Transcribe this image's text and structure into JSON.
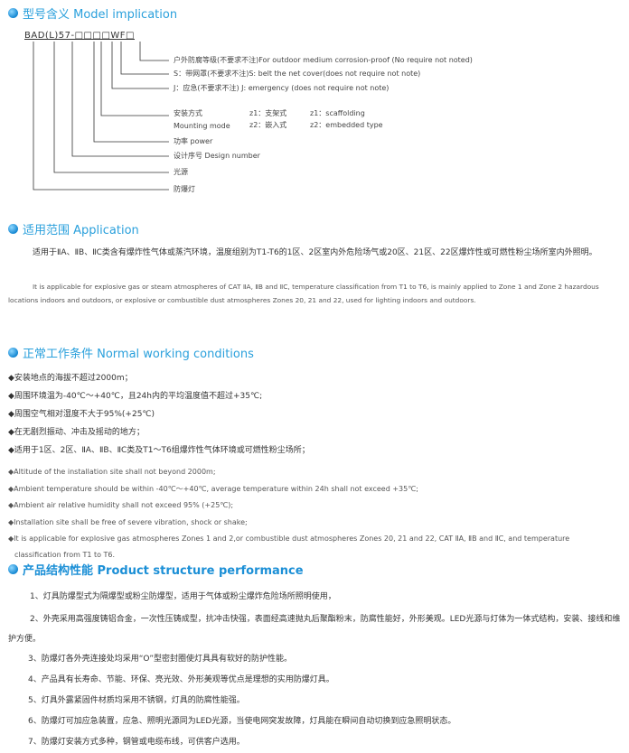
{
  "model": {
    "heading": "型号含义 Model implication",
    "code": "BAD(L)57-□□□□WF□",
    "labels": [
      "户外防腐等级(不要求不注)For outdoor medium corrosion-proof (No require not noted)",
      "S：带网罩(不要求不注)S: belt the net cover(does not require not note)",
      "J：应急(不要求不注) J: emergency (does not require not note)",
      "安装方式",
      "Mounting mode",
      "功率 power",
      "设计序号  Design number",
      "光源",
      "防爆灯"
    ],
    "mount": [
      "z1：支架式",
      "z2：嵌入式",
      "z1：scaffolding",
      "z2：embedded type"
    ]
  },
  "application": {
    "heading": "适用范围 Application",
    "cn": "适用于ⅡA、ⅡB、ⅡC类含有爆炸性气体或蒸汽环境，温度组别为T1-T6的1区、2区室内外危险场气或20区、21区、22区爆炸性或可燃性粉尘场所室内外照明。",
    "en": "It is applicable for explosive gas or steam atmospheres of CAT ⅡA, ⅡB and ⅡC, temperature classification from T1 to T6, is mainly applied to Zone 1 and Zone 2 hazardous locations indoors and outdoors, or explosive or combustible dust atmospheres Zones 20, 21 and 22, used for lighting indoors and outdoors."
  },
  "conditions": {
    "heading": "正常工作条件 Normal working conditions",
    "cn": [
      "◆安装地点的海拔不超过2000m；",
      "◆周围环境温为-40℃～+40℃，且24h内的平均温度值不超过+35℃;",
      "◆周围空气相对湿度不大于95%(+25℃)",
      "◆在无剧烈振动、冲击及摇动的地方；",
      "◆适用于1区、2区、ⅡA、ⅡB、ⅡC类及T1～T6组爆炸性气体环境或可燃性粉尘场所；"
    ],
    "en": [
      "◆Altitude of the installation site shall not beyond 2000m;",
      "◆Ambient temperature should be within -40℃～+40℃, average temperature within 24h shall not exceed +35℃;",
      "◆Ambient air relative humidity shall not exceed 95% (+25℃);",
      "◆Installation site shall be free of severe vibration, shock or shake;",
      "◆It is applicable for explosive gas atmospheres Zones 1 and 2,or combustible dust atmospheres Zones 20, 21 and 22, CAT ⅡA, ⅡB and ⅡC, and temperature classification from T1 to T6."
    ]
  },
  "structure": {
    "heading": "产品结构性能 Product structure performance",
    "items": [
      "1、灯具防爆型式为隔爆型或粉尘防爆型，适用于气体或粉尘爆炸危险场所照明使用，",
      "2、外壳采用高强度铸铝合金，一次性压铸成型，抗冲击快强，表面经高速抛丸后聚酯粉末，防腐性能好，外形美观。LED光源与灯体为一体式结构，安装、接线和维护方便。",
      "3、防爆灯各外壳连接处均采用“O”型密封圈使灯具具有软好的防护性能。",
      "4、产品具有长寿命、节能、环保、亮光效、外形美观等优点是理想的实用防爆灯具。",
      "5、灯具外露紧固件材质均采用不锈钢，灯具的防腐性能强。",
      "6、防爆灯可加应急装置，应急、照明光源同为LED光源，当使电网突发故障，灯具能在瞬间自动切换到应急照明状态。",
      "7、防爆灯安装方式多种，钢管或电缆布线，可供客户选用。"
    ]
  }
}
